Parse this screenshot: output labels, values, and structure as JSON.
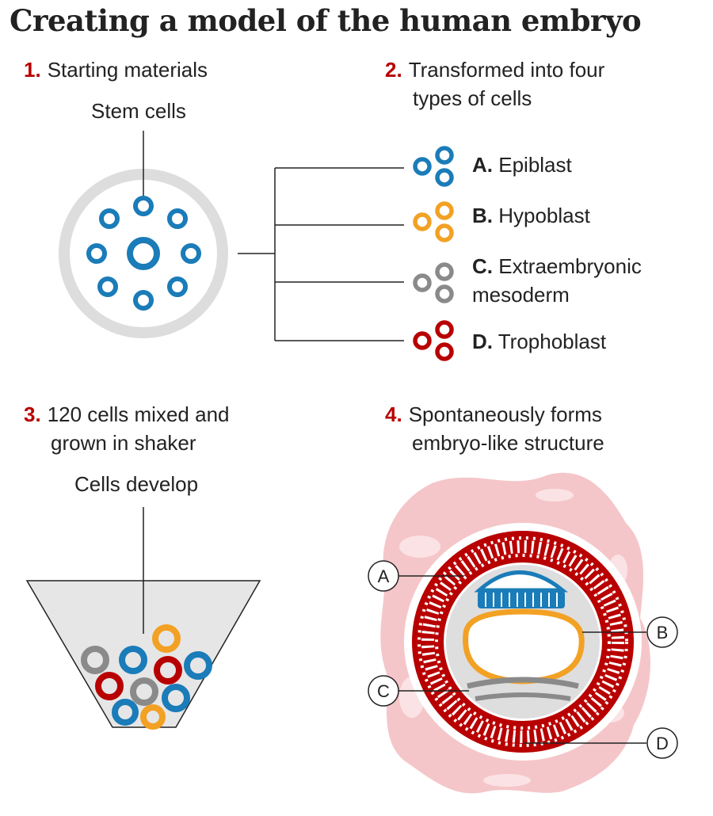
{
  "title": "Creating a model of the human embryo",
  "steps": [
    {
      "num": "1.",
      "text": "Starting materials"
    },
    {
      "num": "2.",
      "text": "Transformed into four types of cells",
      "line1": "Transformed into four",
      "line2": "types of cells"
    },
    {
      "num": "3.",
      "text": "120 cells mixed and grown in shaker",
      "line1": "120 cells mixed and",
      "line2": "grown in shaker"
    },
    {
      "num": "4.",
      "text": "Spontaneously forms embryo-like structure",
      "line1": "Spontaneously forms",
      "line2": "embryo-like structure"
    }
  ],
  "labels": {
    "stem_cells": "Stem cells",
    "cells_develop": "Cells develop"
  },
  "cell_types": [
    {
      "letter": "A.",
      "name": "Epiblast",
      "color": "#1a7cb8"
    },
    {
      "letter": "B.",
      "name": "Hypoblast",
      "color": "#f2a124"
    },
    {
      "letter": "C.",
      "name": "Extraembryonic mesoderm",
      "line1": "Extraembryonic",
      "line2": "mesoderm",
      "color": "#8a8a8a"
    },
    {
      "letter": "D.",
      "name": "Trophoblast",
      "color": "#b80000"
    }
  ],
  "callouts": [
    "A",
    "B",
    "C",
    "D"
  ],
  "colors": {
    "accent_number": "#b80000",
    "dish": "#dddddd",
    "shaker": "#e6e6e6",
    "outer_tissue": "#f5c6c9"
  }
}
